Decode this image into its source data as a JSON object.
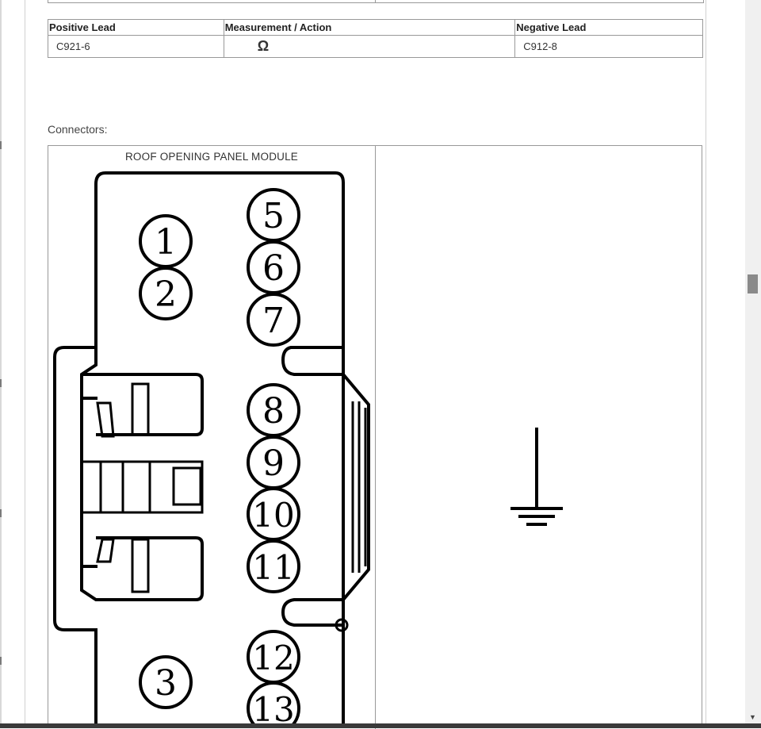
{
  "lead_table": {
    "headers": [
      "Positive Lead",
      "Measurement / Action",
      "Negative Lead"
    ],
    "row": {
      "positive": "C921-6",
      "measurement": "Ω",
      "negative": "C912-8"
    }
  },
  "connectors": {
    "label": "Connectors:",
    "module_title": "ROOF OPENING PANEL MODULE",
    "pins_visible": [
      "1",
      "2",
      "3",
      "5",
      "6",
      "7",
      "8",
      "9",
      "10",
      "11",
      "12",
      "13"
    ]
  },
  "icons": {
    "ground": "ground-symbol-icon"
  },
  "colors": {
    "border": "#999999",
    "text": "#333333",
    "drawing": "#000000"
  }
}
